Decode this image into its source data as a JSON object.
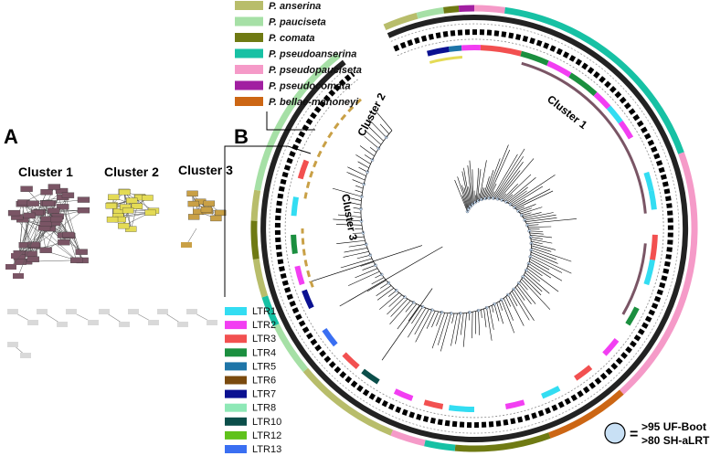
{
  "panels": {
    "a": "A",
    "b": "B"
  },
  "network_clusters": [
    {
      "label": "Cluster 1",
      "color": "#7a5565"
    },
    {
      "label": "Cluster 2",
      "color": "#e4db55"
    },
    {
      "label": "Cluster 3",
      "color": "#c9a046"
    }
  ],
  "unclustered_color": "#d9d9d9",
  "tree_cluster_labels": [
    "Cluster 1",
    "Cluster 2",
    "Cluster 3"
  ],
  "species_legend": [
    {
      "label": "P. anserina",
      "color": "#b8bd6b"
    },
    {
      "label": "P. pauciseta",
      "color": "#a6e0a6"
    },
    {
      "label": "P. comata",
      "color": "#6f7a13"
    },
    {
      "label": "P. pseudoanserina",
      "color": "#17c1a4"
    },
    {
      "label": "P. pseudopauciseta",
      "color": "#f59ac8"
    },
    {
      "label": "P. pseudocomata",
      "color": "#a11fa1"
    },
    {
      "label": "P. bellae-mahoneyi",
      "color": "#cc6614"
    }
  ],
  "ltr_legend": [
    {
      "label": "LTR1",
      "color": "#33ddf2"
    },
    {
      "label": "LTR2",
      "color": "#f23ef2"
    },
    {
      "label": "LTR3",
      "color": "#f25050"
    },
    {
      "label": "LTR4",
      "color": "#1b8f3f"
    },
    {
      "label": "LTR5",
      "color": "#1e75a8"
    },
    {
      "label": "LTR6",
      "color": "#7a4a0e"
    },
    {
      "label": "LTR7",
      "color": "#0b1191"
    },
    {
      "label": "LTR8",
      "color": "#8ee8b6"
    },
    {
      "label": "LTR10",
      "color": "#0b4e4a"
    },
    {
      "label": "LTR12",
      "color": "#5fc21b"
    },
    {
      "label": "LTR13",
      "color": "#3a6ff2"
    }
  ],
  "support_note": {
    "line1": ">95 UF-Boot &",
    "line2": ">80 SH-aLRT",
    "symbol": "=",
    "node_color": "#c8e0f5"
  }
}
